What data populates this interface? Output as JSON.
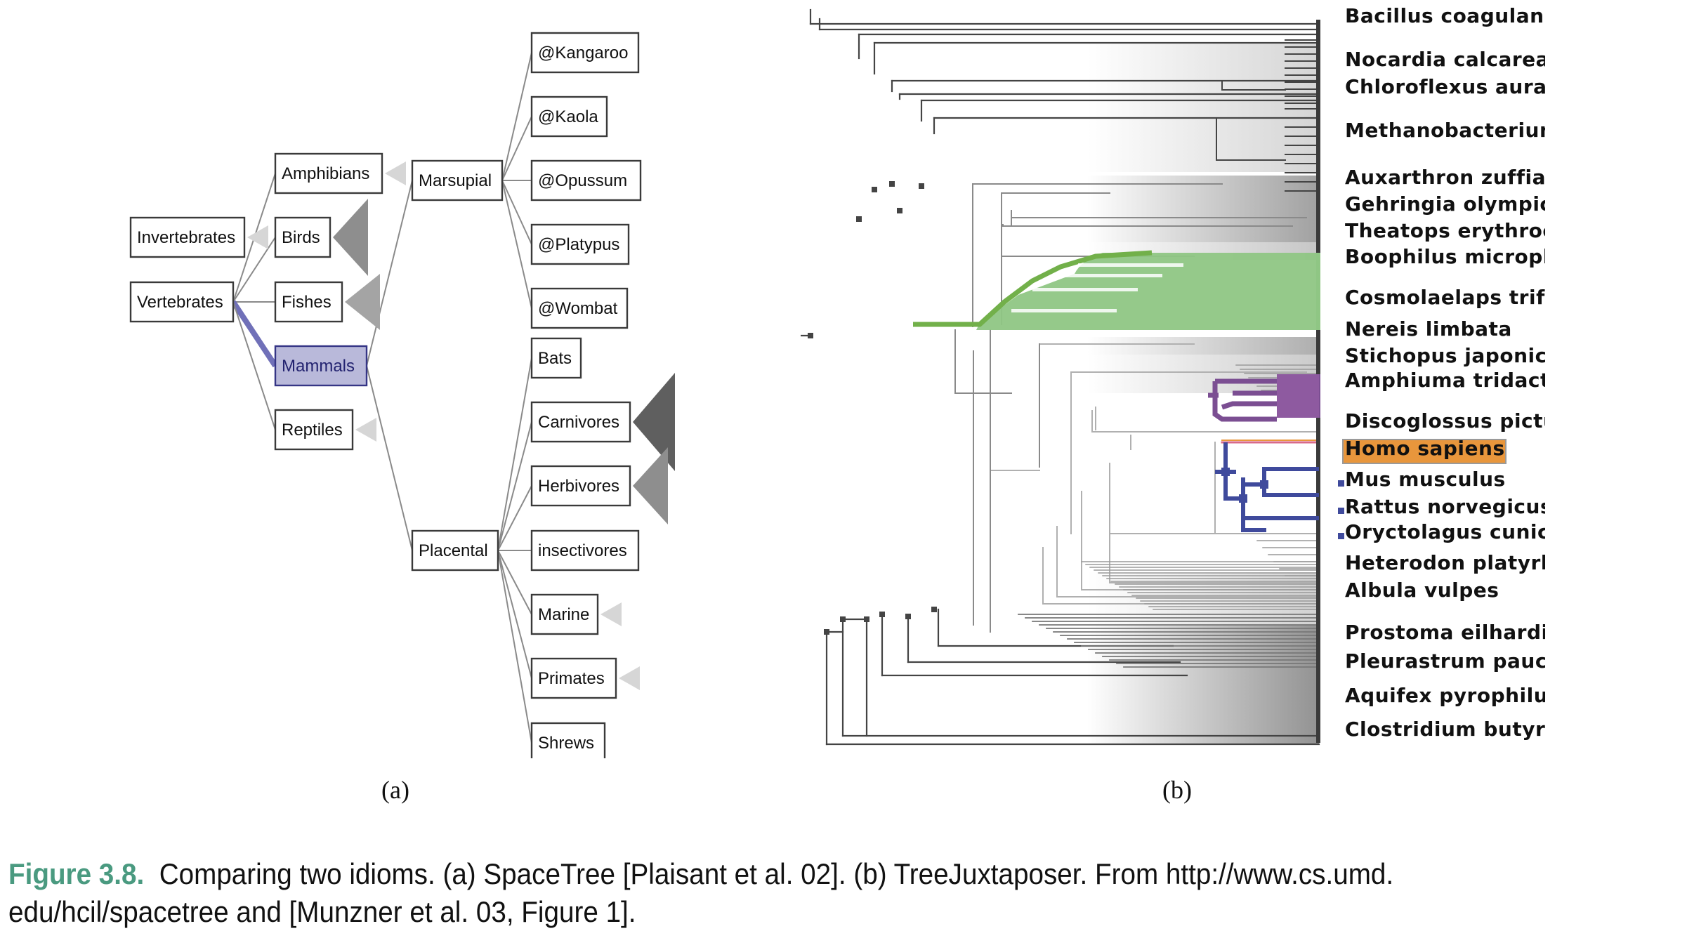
{
  "panel_a": {
    "label": "(a)",
    "idiom": "SpaceTree",
    "colors": {
      "selected_fill": "#b9b9da",
      "selected_edge": "#7070b8"
    },
    "nodes": [
      {
        "id": "invertebrates",
        "label": "Invertebrates",
        "level": 0,
        "collapsed_indicator": "faint"
      },
      {
        "id": "vertebrates",
        "label": "Vertebrates",
        "level": 0
      },
      {
        "id": "amphibians",
        "label": "Amphibians",
        "level": 1,
        "parent": "vertebrates",
        "collapsed_indicator": "faint"
      },
      {
        "id": "birds",
        "label": "Birds",
        "level": 1,
        "parent": "vertebrates",
        "collapsed_indicator": "mid"
      },
      {
        "id": "fishes",
        "label": "Fishes",
        "level": 1,
        "parent": "vertebrates",
        "collapsed_indicator": "light"
      },
      {
        "id": "mammals",
        "label": "Mammals",
        "level": 1,
        "parent": "vertebrates",
        "selected": true
      },
      {
        "id": "reptiles",
        "label": "Reptiles",
        "level": 1,
        "parent": "vertebrates",
        "collapsed_indicator": "faint"
      },
      {
        "id": "marsupial",
        "label": "Marsupial",
        "level": 2,
        "parent": "mammals"
      },
      {
        "id": "placental",
        "label": "Placental",
        "level": 2,
        "parent": "mammals"
      },
      {
        "id": "kangaroo",
        "label": "@Kangaroo",
        "level": 3,
        "parent": "marsupial"
      },
      {
        "id": "kaola",
        "label": "@Kaola",
        "level": 3,
        "parent": "marsupial"
      },
      {
        "id": "opussum",
        "label": "@Opussum",
        "level": 3,
        "parent": "marsupial"
      },
      {
        "id": "platypus",
        "label": "@Platypus",
        "level": 3,
        "parent": "marsupial"
      },
      {
        "id": "wombat",
        "label": "@Wombat",
        "level": 3,
        "parent": "marsupial"
      },
      {
        "id": "bats",
        "label": "Bats",
        "level": 3,
        "parent": "placental"
      },
      {
        "id": "carnivores",
        "label": "Carnivores",
        "level": 3,
        "parent": "placental",
        "collapsed_indicator": "dark"
      },
      {
        "id": "herbivores",
        "label": "Herbivores",
        "level": 3,
        "parent": "placental",
        "collapsed_indicator": "mid"
      },
      {
        "id": "insectivores",
        "label": "insectivores",
        "level": 3,
        "parent": "placental"
      },
      {
        "id": "marine",
        "label": "Marine",
        "level": 3,
        "parent": "placental",
        "collapsed_indicator": "faint"
      },
      {
        "id": "primates",
        "label": "Primates",
        "level": 3,
        "parent": "placental",
        "collapsed_indicator": "faint"
      },
      {
        "id": "shrews",
        "label": "Shrews",
        "level": 3,
        "parent": "placental"
      }
    ]
  },
  "panel_b": {
    "label": "(b)",
    "idiom": "TreeJuxtaposer",
    "colors": {
      "green": "#72b04a",
      "green_light": "#8fc684",
      "purple": "#7b4e92",
      "purple_light": "#8e5aa0",
      "orange": "#e8963c",
      "blue": "#3f4a9c",
      "pink": "#d86a8a",
      "dark_edge": "#444444",
      "mid_edge": "#8a8a8a",
      "light_edge": "#b0b0b0"
    },
    "leaf_labels": [
      {
        "text": "Bacillus coagulans",
        "highlight": null
      },
      {
        "text": "Nocardia calcarea",
        "highlight": null
      },
      {
        "text": "Chloroflexus aurai",
        "highlight": null
      },
      {
        "text": "Methanobacterium",
        "highlight": null
      },
      {
        "text": "Auxarthron zuffiai",
        "highlight": null
      },
      {
        "text": "Gehringia olympica",
        "highlight": null
      },
      {
        "text": "Theatops erythroc",
        "highlight": null
      },
      {
        "text": "Boophilus micropli",
        "highlight": "green"
      },
      {
        "text": "Cosmolaelaps trifi",
        "highlight": "green"
      },
      {
        "text": "Nereis limbata",
        "highlight": null
      },
      {
        "text": "Stichopus japonicu",
        "highlight": null
      },
      {
        "text": "Amphiuma tridacty",
        "highlight": "purple"
      },
      {
        "text": "Discoglossus pictu",
        "highlight": "purple"
      },
      {
        "text": "Homo sapiens",
        "highlight": "orange"
      },
      {
        "text": "Mus musculus",
        "highlight": "blue"
      },
      {
        "text": "Rattus norvegicus",
        "highlight": "blue"
      },
      {
        "text": "Oryctolagus cunicu",
        "highlight": "blue"
      },
      {
        "text": "Heterodon platyrh",
        "highlight": null
      },
      {
        "text": "Albula vulpes",
        "highlight": null
      },
      {
        "text": "Prostoma eilhardi",
        "highlight": null
      },
      {
        "text": "Pleurastrum pauci",
        "highlight": null
      },
      {
        "text": "Aquifex pyrophilus",
        "highlight": null
      },
      {
        "text": "Clostridium butyri",
        "highlight": null
      }
    ]
  },
  "caption": {
    "figure_number": "Figure 3.8.",
    "line1": "Comparing two idioms. (a) SpaceTree [Plaisant et al. 02]. (b) TreeJuxtaposer. From http://www.cs.umd.",
    "line2": "edu/hcil/spacetree and [Munzner et al. 03, Figure 1]."
  }
}
